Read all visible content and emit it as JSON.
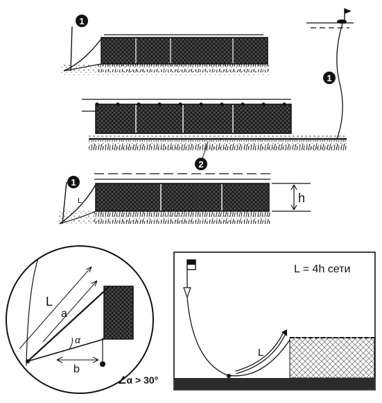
{
  "markers": {
    "one": "1",
    "two": "2"
  },
  "labels": {
    "L": "L",
    "h": "h",
    "a": "a",
    "b": "b",
    "alpha": "α",
    "angle_rule": "∠α > 30°",
    "formula": "L = 4h сети"
  },
  "colors": {
    "ink": "#111111",
    "net_fill": "#3a3a3a",
    "seabed": "#2b2b2b"
  }
}
